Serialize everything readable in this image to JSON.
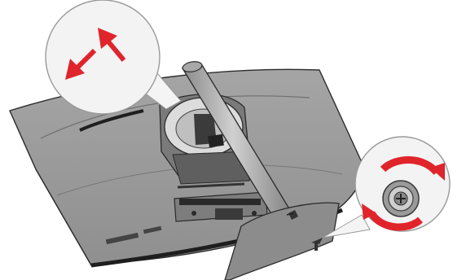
{
  "figure": {
    "subject": "monitor-stand-installation",
    "colors": {
      "panel": "#9b9b9b",
      "panel_edge": "#2b2b2b",
      "arm": "#b3b3b3",
      "base": "#8e8e8e",
      "callout_bg": "#f2f2f2",
      "arrow": "#e0242b"
    },
    "callouts": [
      {
        "name": "arm-direction-callout",
        "icon": "diagonal-arrows-icon"
      },
      {
        "name": "screw-rotation-callout",
        "icon": "rotate-arrows-icon"
      }
    ]
  }
}
